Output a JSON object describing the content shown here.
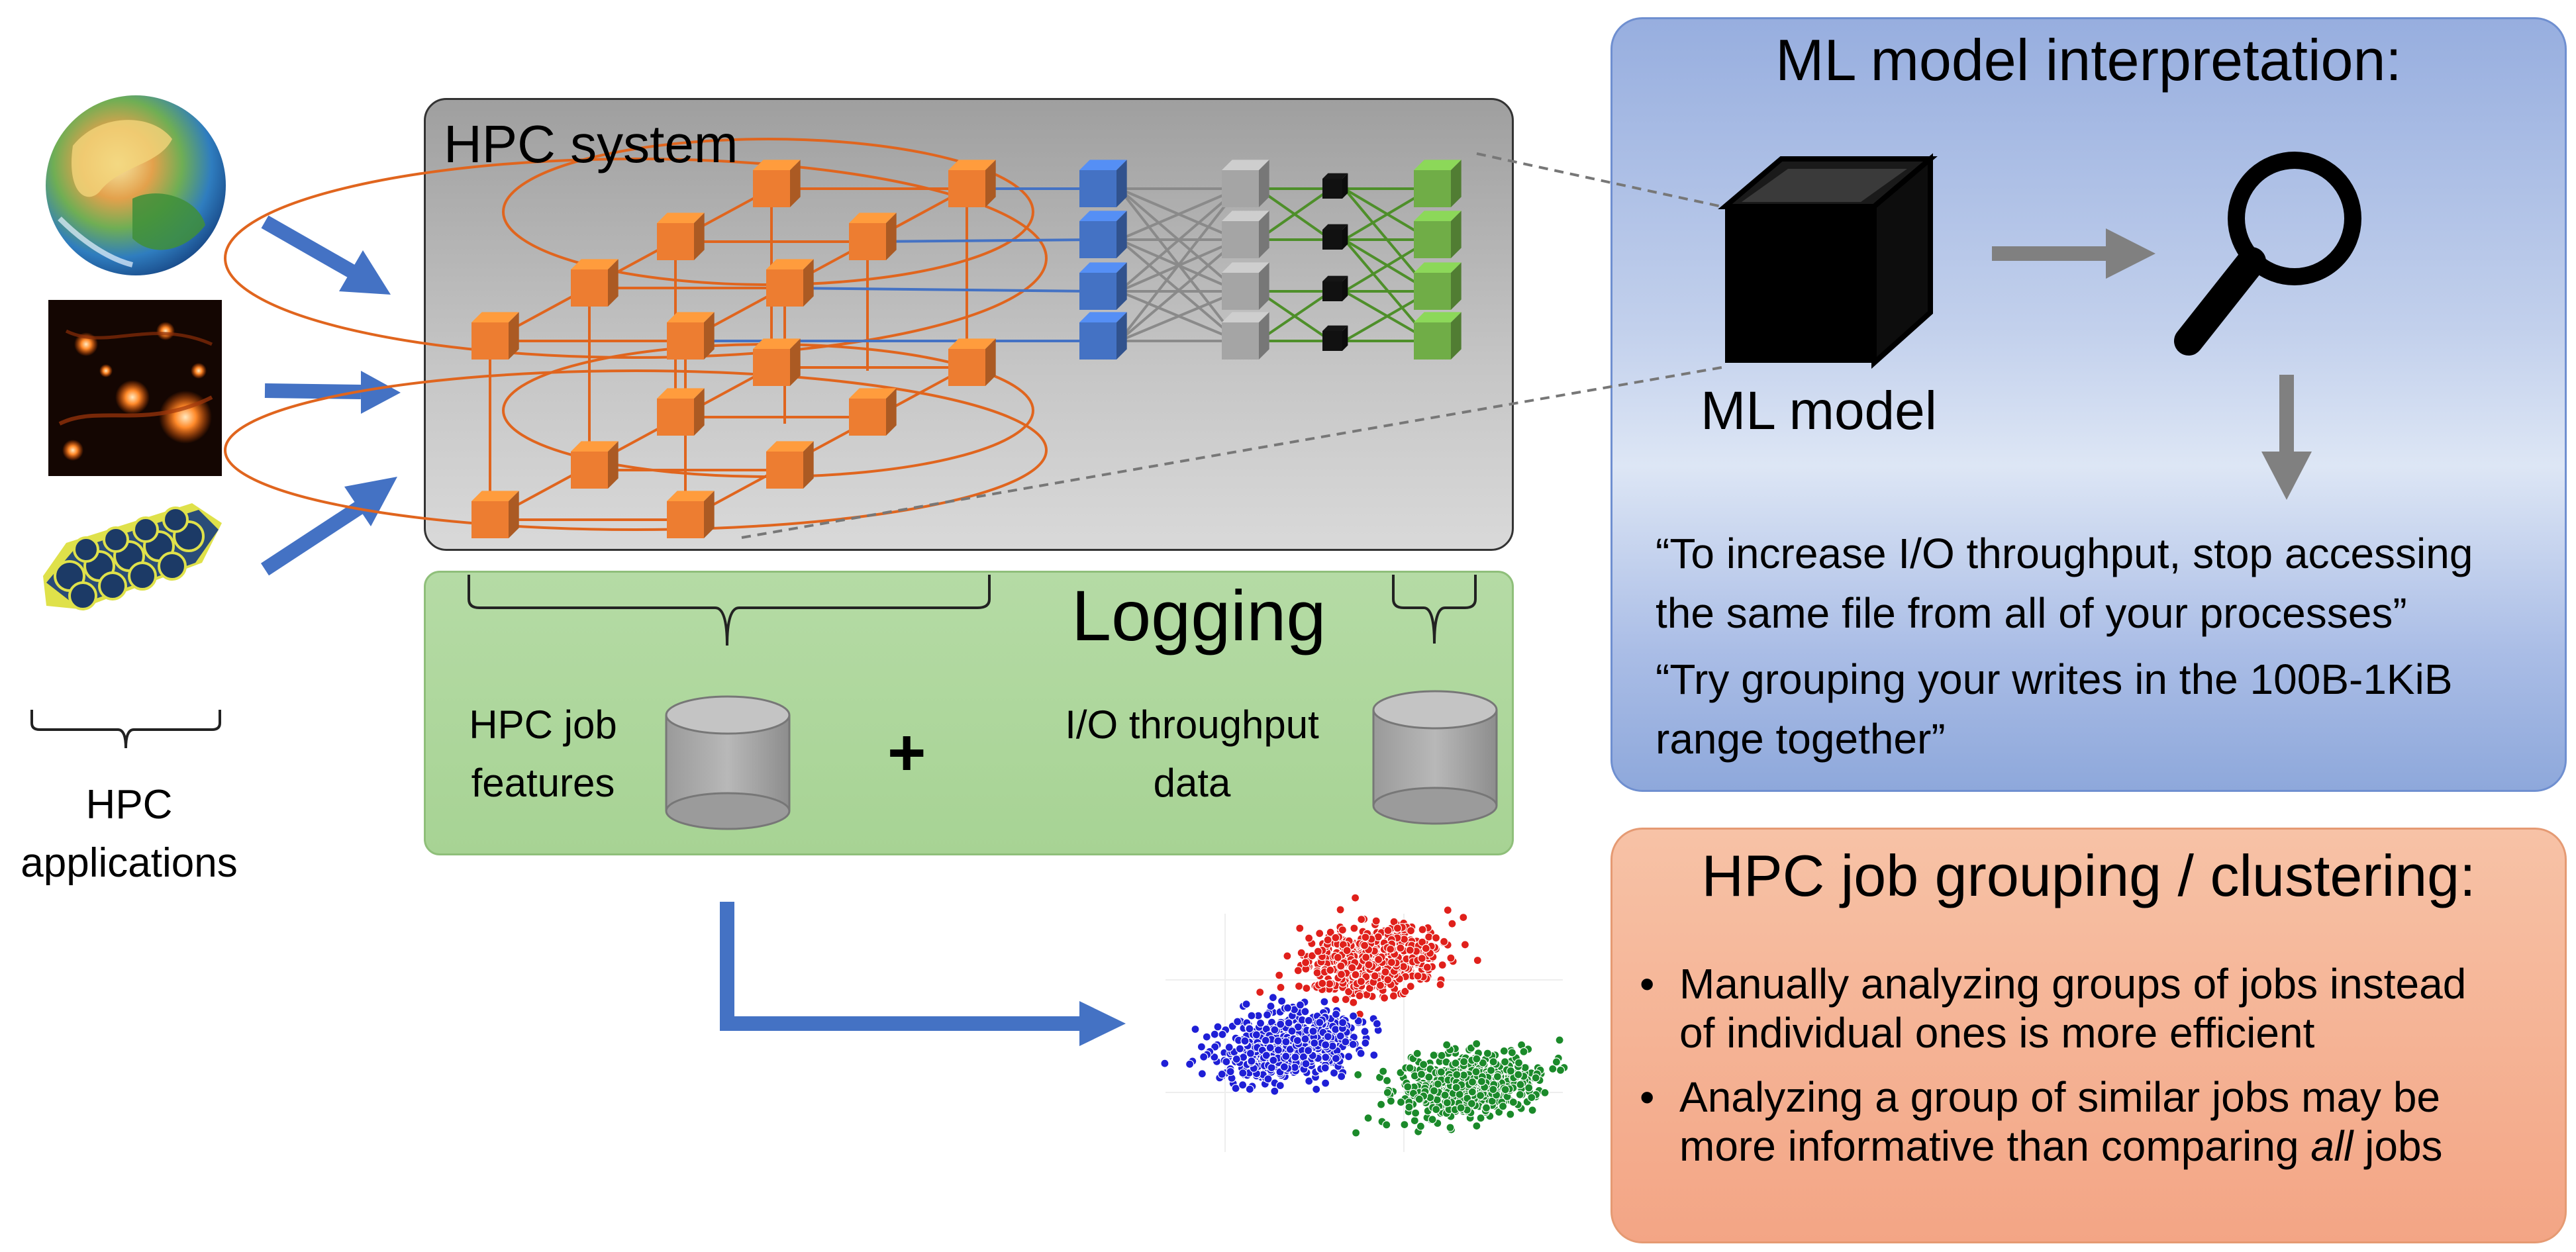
{
  "hpc_system": {
    "title": "HPC system"
  },
  "applications": {
    "label_line1": "HPC",
    "label_line2": "applications"
  },
  "logging": {
    "title": "Logging",
    "job_features_line1": "HPC job",
    "job_features_line2": "features",
    "plus": "+",
    "io_line1": "I/O throughput",
    "io_line2": "data"
  },
  "interpretation": {
    "title": "ML model interpretation:",
    "model_label": "ML model",
    "quote1_line1": "“To increase I/O throughput, stop accessing",
    "quote1_line2": "the same file from all of your processes”",
    "quote2_line1": "“Try grouping your writes in the 100B-1KiB",
    "quote2_line2": "range together”"
  },
  "clustering": {
    "title": "HPC job grouping / clustering:",
    "bullets": [
      {
        "line1": "Manually analyzing groups of jobs instead",
        "line2": "of individual ones is more efficient"
      },
      {
        "line1": "Analyzing a group of similar jobs may be",
        "line2_pre": "more informative than comparing ",
        "line2_em": "all",
        "line2_post": " jobs"
      }
    ]
  },
  "colors": {
    "arrow_blue": "#4472c4",
    "node_orange": "#ed7d31",
    "node_blue": "#4472c4",
    "node_gray": "#a5a5a5",
    "node_green": "#70ad47",
    "cluster_red": "#e0201b",
    "cluster_blue": "#1f1fd6",
    "cluster_green": "#1b8a2a",
    "dark_gray_arrow": "#7f7f7f"
  }
}
